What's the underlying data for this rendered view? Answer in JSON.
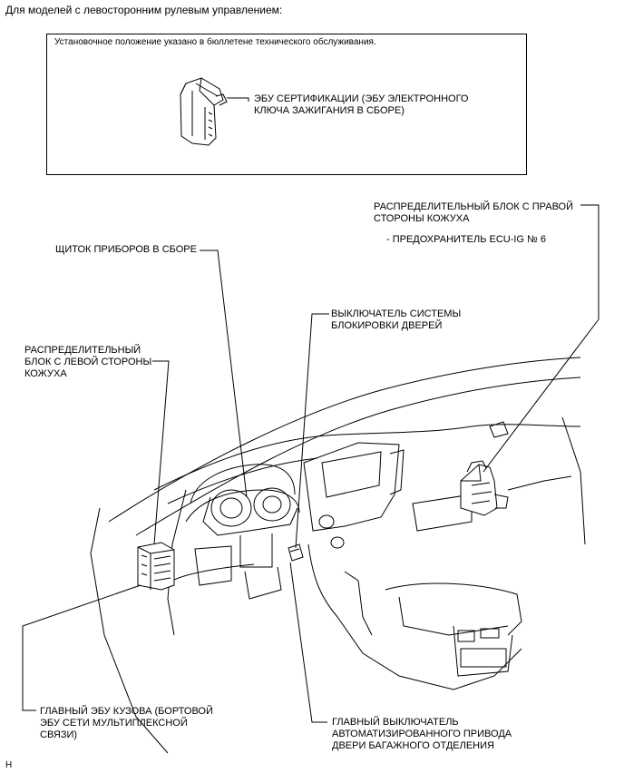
{
  "heading": "Для моделей с левосторонним рулевым управлением:",
  "inset": {
    "note": "Установочное положение указано в бюллетене технического обслуживания.",
    "certification_ecu": "ЭБУ СЕРТИФИКАЦИИ (ЭБУ ЭЛЕКТРОННОГО\nКЛЮЧА ЗАЖИГАНИЯ В СБОРЕ)"
  },
  "callouts": {
    "right_junction_block": "РАСПРЕДЕЛИТЕЛЬНЫЙ БЛОК С ПРАВОЙ\nСТОРОНЫ КОЖУХА",
    "right_junction_fuse": "- ПРЕДОХРАНИТЕЛЬ ECU-IG № 6",
    "instrument_cluster": "ЩИТОК ПРИБОРОВ В СБОРЕ",
    "door_lock_switch": "ВЫКЛЮЧАТЕЛЬ СИСТЕМЫ\nБЛОКИРОВКИ ДВЕРЕЙ",
    "left_junction_block": "РАСПРЕДЕЛИТЕЛЬНЫЙ\nБЛОК С ЛЕВОЙ СТОРОНЫ\nКОЖУХА",
    "main_body_ecu": "ГЛАВНЫЙ ЭБУ КУЗОВА (БОРТОВОЙ\nЭБУ СЕТИ МУЛЬТИПЛЕКСНОЙ\nСВЯЗИ)",
    "back_door_switch": "ГЛАВНЫЙ ВЫКЛЮЧАТЕЛЬ\nАВТОМАТИЗИРОВАННОГО ПРИВОДА\nДВЕРИ БАГАЖНОГО ОТДЕЛЕНИЯ"
  },
  "figure_code": "H"
}
